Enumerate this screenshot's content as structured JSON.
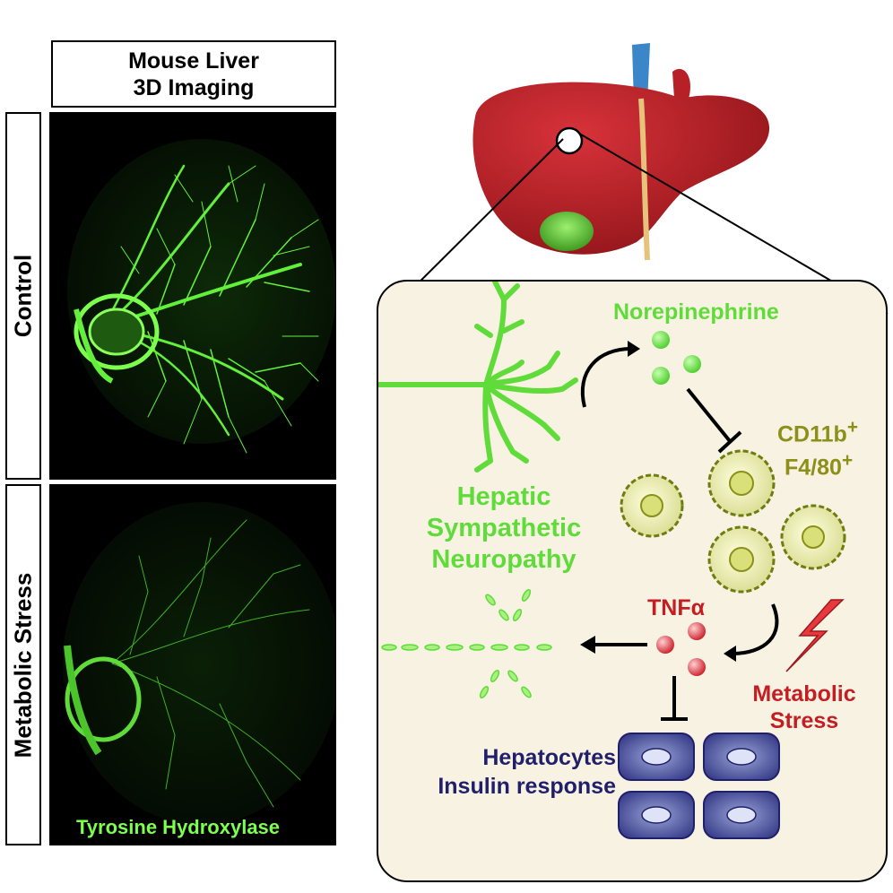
{
  "header": {
    "line1": "Mouse Liver",
    "line2": "3D Imaging"
  },
  "panels": {
    "top_label": "Control",
    "bottom_label": "Metabolic Stress",
    "stain_label": "Tyrosine Hydroxylase"
  },
  "diagram": {
    "norepinephrine": "Norepinephrine",
    "macrophage_line1": "CD11b",
    "macrophage_line2": "F4/80",
    "superscript": "+",
    "neuropathy_line1": "Hepatic",
    "neuropathy_line2": "Sympathetic",
    "neuropathy_line3": "Neuropathy",
    "tnf": "TNFα",
    "stress_line1": "Metabolic",
    "stress_line2": "Stress",
    "hepatocytes_line1": "Hepatocytes",
    "hepatocytes_line2": "Insulin response"
  },
  "colors": {
    "green": "#5fdc3a",
    "olive": "#8c8f18",
    "red": "#c41e23",
    "navy": "#1f1f6b",
    "liver": "#b82028",
    "panel_bg": "#f8f2e2"
  }
}
